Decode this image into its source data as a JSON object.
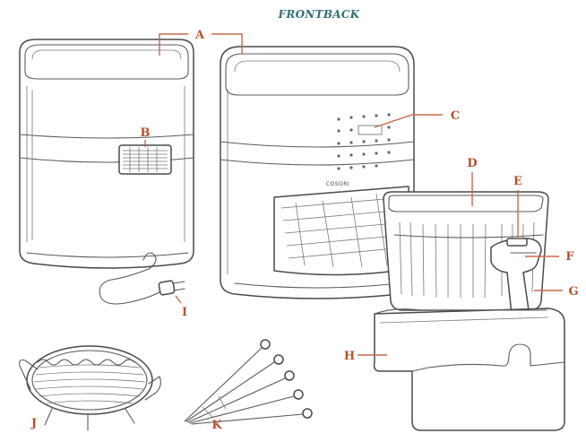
{
  "diagram": {
    "title": "FRONTBACK",
    "brand_text": "COSORI",
    "labels": {
      "a": "A",
      "b": "B",
      "c": "C",
      "d": "D",
      "e": "E",
      "f": "F",
      "g": "G",
      "h": "H",
      "i": "I",
      "j": "J",
      "k": "K"
    }
  }
}
